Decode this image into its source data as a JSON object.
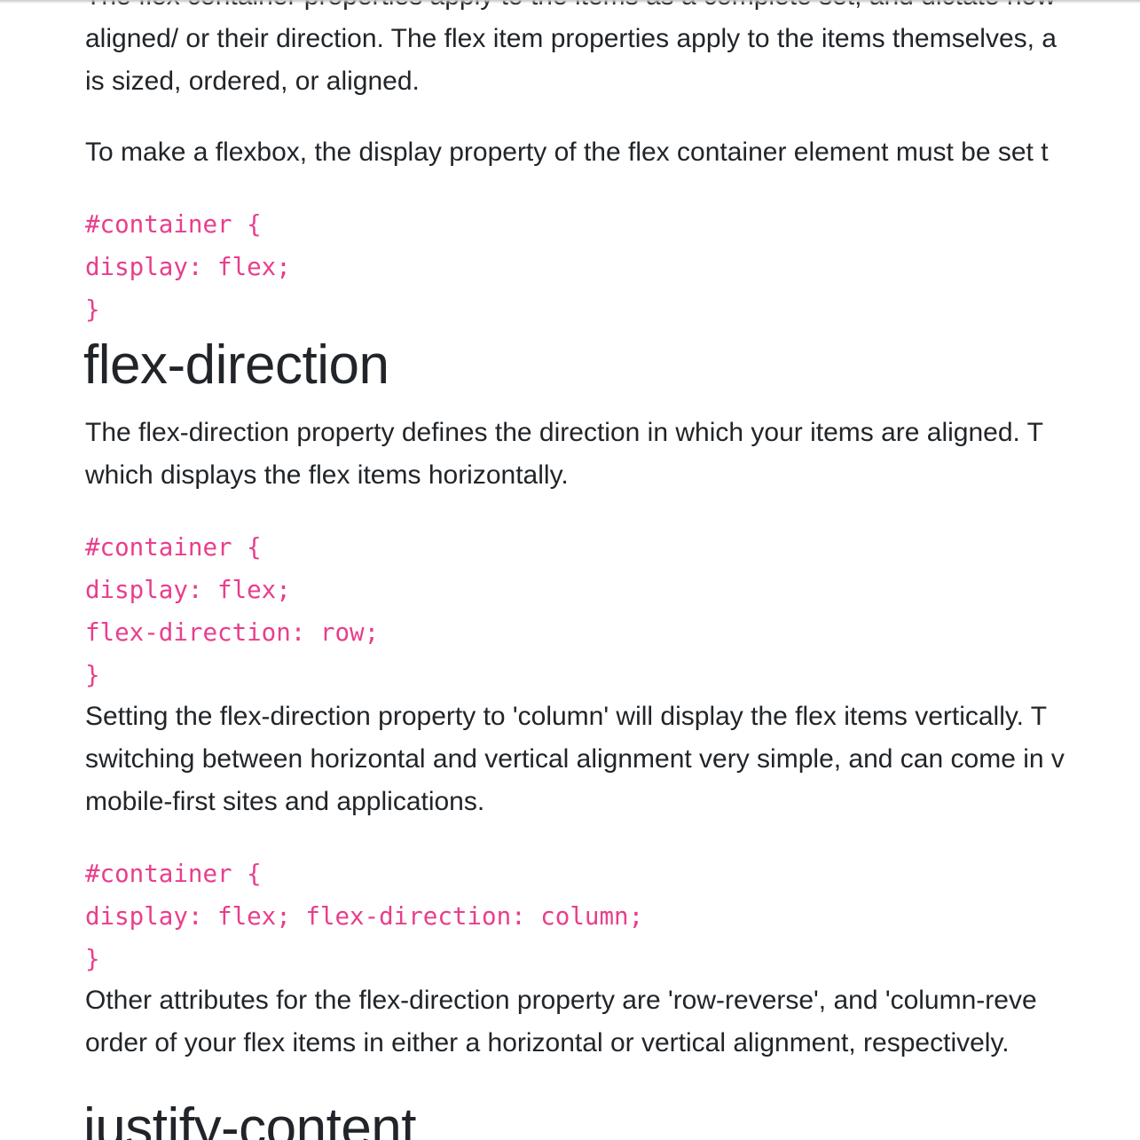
{
  "article": {
    "intro_para": {
      "line1": "The flex container properties apply to the items as a complete set, and dictate how",
      "line2": "aligned/ or their direction. The flex item properties apply to the items themselves, a",
      "line3": "is sized, ordered, or aligned."
    },
    "display_para": {
      "line1": "To make a flexbox, the display property of the flex container element must be set t"
    },
    "code_block_1": {
      "line1": "#container {",
      "line2": "display: flex;",
      "line3": "}"
    },
    "heading_flex_direction": "flex-direction",
    "flex_direction_para": {
      "line1": "The flex-direction property defines the direction in which your items are aligned. T",
      "line2": "which displays the flex items horizontally."
    },
    "code_block_2": {
      "line1": "#container {",
      "line2": "display: flex;",
      "line3": "flex-direction: row;",
      "line4": "}"
    },
    "column_para": {
      "line1": "Setting the flex-direction property to 'column' will display the flex items vertically. T",
      "line2": "switching between horizontal and vertical alignment very simple, and can come in v",
      "line3": "mobile-first sites and applications."
    },
    "code_block_3": {
      "line1": "#container {",
      "line2": "display: flex; flex-direction: column;",
      "line3": "}"
    },
    "reverse_para": {
      "line1": "Other attributes for the flex-direction property are 'row-reverse', and 'column-reve",
      "line2": "order of your flex items in either a horizontal or vertical alignment, respectively."
    },
    "heading_justify_content": "justify-content"
  }
}
